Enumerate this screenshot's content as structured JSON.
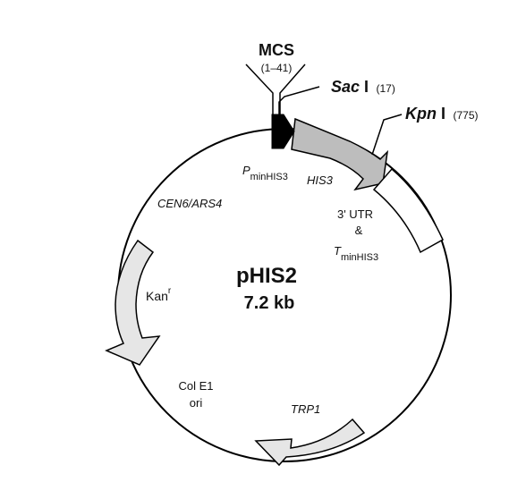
{
  "plasmid": {
    "name": "pHIS2",
    "size": "7.2 kb"
  },
  "mcs": {
    "label": "MCS",
    "range": "(1–41)"
  },
  "sites": [
    {
      "enzyme_italic": "Sac",
      "enzyme_roman": " I",
      "position": "(17)"
    },
    {
      "enzyme_italic": "Kpn",
      "enzyme_roman": " I",
      "position": "(775)"
    }
  ],
  "features": {
    "promoter": {
      "prefix": "P",
      "subscript": "minHIS3"
    },
    "his3": "HIS3",
    "cen_ars": "CEN6/ARS4",
    "utr": {
      "line1": "3' UTR",
      "line2": "&",
      "prefix": "T",
      "subscript": "minHIS3"
    },
    "kan": {
      "text": "Kan",
      "superscript": "r"
    },
    "ori": {
      "line1": "Col E1",
      "line2": "ori"
    },
    "trp1": "TRP1"
  },
  "colors": {
    "his3_fill": "#bdbdbd",
    "kan_fill": "#e6e6e6",
    "trp1_fill": "#e6e6e6",
    "utr_fill": "#ffffff",
    "promoter_fill": "#000000",
    "stroke": "#000000"
  }
}
